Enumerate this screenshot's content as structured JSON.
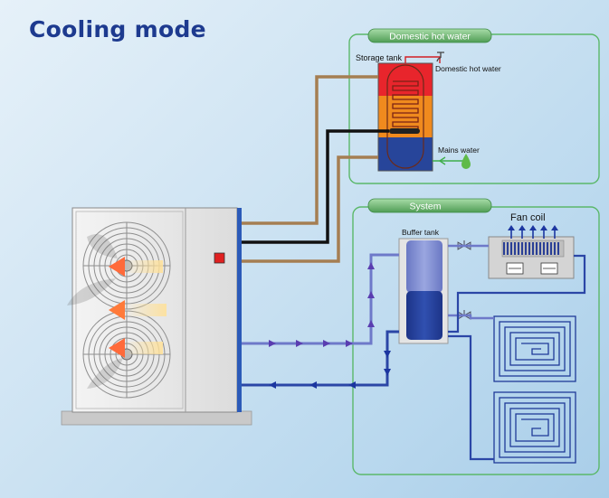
{
  "title": "Cooling mode",
  "dhw_panel": {
    "tab_label": "Domestic hot water",
    "storage_tank": "Storage tank",
    "domestic_hot_water": "Domestic hot water",
    "mains_water": "Mains water"
  },
  "system_panel": {
    "tab_label": "System",
    "buffer_tank": "Buffer tank",
    "fan_coil": "Fan coil"
  },
  "colors": {
    "title": "#1d3a8f",
    "panel_border": "#5bb86a",
    "pipe_brown": "#a57e52",
    "pipe_black": "#111111",
    "pipe_supply": "#6e79c9",
    "pipe_return": "#2b46a6",
    "tank_hot": "#e8252c",
    "tank_warm": "#f08a1e",
    "tank_cold": "#27459a"
  }
}
